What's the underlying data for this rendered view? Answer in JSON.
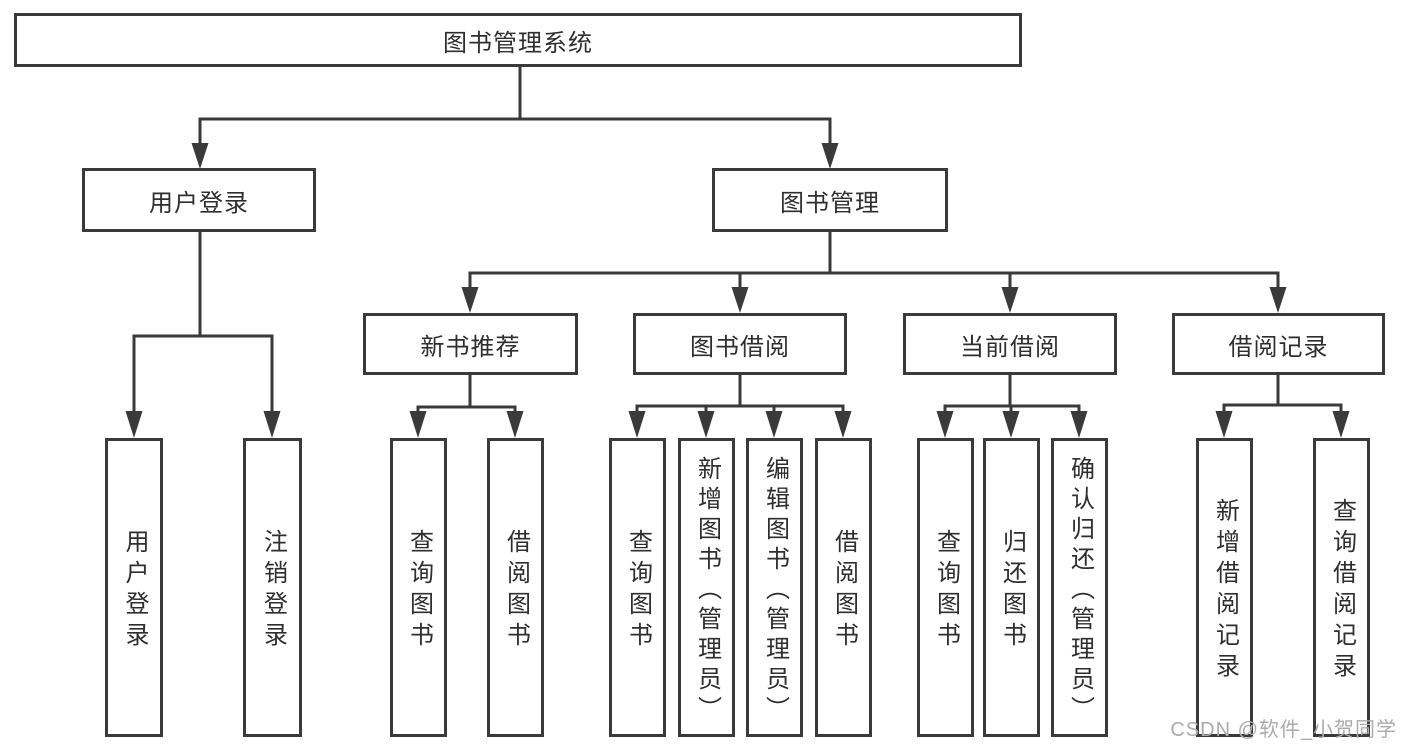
{
  "diagram": {
    "root": {
      "label": "图书管理系统"
    },
    "branches": [
      {
        "label": "用户登录",
        "children": [
          {
            "label": "用户登录"
          },
          {
            "label": "注销登录"
          }
        ]
      },
      {
        "label": "图书管理",
        "children": [
          {
            "label": "新书推荐",
            "children": [
              {
                "label": "查询图书"
              },
              {
                "label": "借阅图书"
              }
            ]
          },
          {
            "label": "图书借阅",
            "children": [
              {
                "label": "查询图书"
              },
              {
                "label": "新增图书（管理员）"
              },
              {
                "label": "编辑图书（管理员）"
              },
              {
                "label": "借阅图书"
              }
            ]
          },
          {
            "label": "当前借阅",
            "children": [
              {
                "label": "查询图书"
              },
              {
                "label": "归还图书"
              },
              {
                "label": "确认归还（管理员）"
              }
            ]
          },
          {
            "label": "借阅记录",
            "children": [
              {
                "label": "新增借阅记录"
              },
              {
                "label": "查询借阅记录"
              }
            ]
          }
        ]
      }
    ]
  },
  "watermark": {
    "text": "CSDN @软件_小贺同学"
  },
  "colors": {
    "line": "#3a3a3a",
    "text": "#2e2e2e",
    "watermark": "#ababab",
    "background": "#ffffff"
  }
}
